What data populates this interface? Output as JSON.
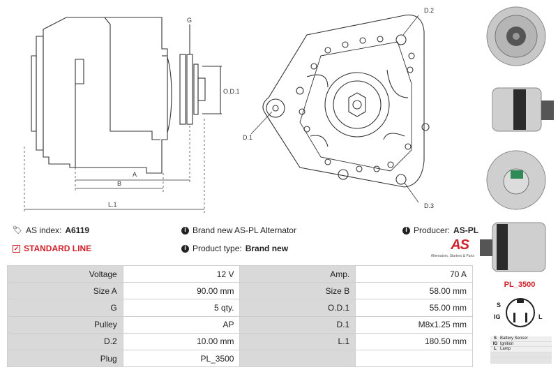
{
  "dimension_labels": {
    "g": "G",
    "a": "A",
    "b": "B",
    "l1": "L.1",
    "od1": "O.D.1",
    "d1": "D.1",
    "d2": "D.2",
    "d3": "D.3"
  },
  "info": {
    "as_index_label": "AS index:",
    "as_index_value": "A6119",
    "standard_line": "STANDARD LINE",
    "brand_label": "Brand new AS-PL Alternator",
    "product_type_label": "Product type:",
    "product_type_value": "Brand new",
    "producer_label": "Producer:",
    "producer_value": "AS-PL"
  },
  "logo": {
    "text": "AS",
    "tagline": "Alternators, Starters & Parts",
    "color": "#d0202a"
  },
  "specs": [
    {
      "k1": "Voltage",
      "v1": "12 V",
      "k2": "Amp.",
      "v2": "70 A"
    },
    {
      "k1": "Size A",
      "v1": "90.00 mm",
      "k2": "Size B",
      "v2": "58.00 mm"
    },
    {
      "k1": "G",
      "v1": "5 qty.",
      "k2": "O.D.1",
      "v2": "55.00 mm"
    },
    {
      "k1": "Pulley",
      "v1": "AP",
      "k2": "D.1",
      "v2": "M8x1.25 mm"
    },
    {
      "k1": "D.2",
      "v1": "10.00 mm",
      "k2": "L.1",
      "v2": "180.50 mm"
    },
    {
      "k1": "Plug",
      "v1": "PL_3500",
      "k2": "",
      "v2": ""
    }
  ],
  "plug": {
    "title": "PL_3500",
    "terminal_s": "S",
    "terminal_ig": "IG",
    "terminal_l": "L",
    "legend": [
      {
        "k": "S",
        "v": "Battery Sensor"
      },
      {
        "k": "IG",
        "v": "Ignition"
      },
      {
        "k": "L",
        "v": "Lamp"
      }
    ]
  },
  "colors": {
    "accent": "#d0202a",
    "table_key_bg": "#d9d9d9"
  }
}
